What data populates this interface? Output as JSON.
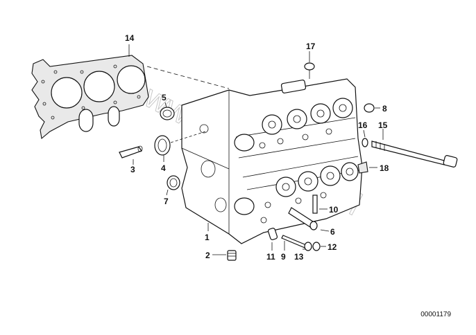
{
  "callouts": {
    "c1": "1",
    "c2": "2",
    "c3": "3",
    "c4": "4",
    "c5": "5",
    "c6": "6",
    "c7": "7",
    "c8": "8",
    "c9": "9",
    "c10": "10",
    "c11": "11",
    "c12": "12",
    "c13": "13",
    "c14": "14",
    "c15": "15",
    "c16": "16",
    "c17": "17",
    "c18": "18"
  },
  "watermark": "www.bmwauto.pl",
  "document_number": "00001179"
}
